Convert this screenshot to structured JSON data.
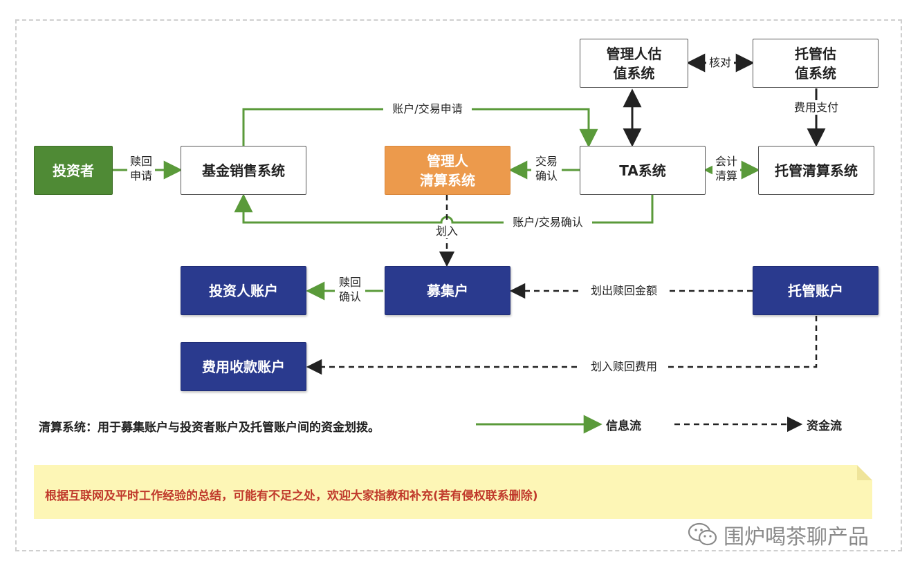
{
  "nodes": {
    "investor": "投资者",
    "fund_sales": "基金销售系统",
    "manager_clearing": "管理人\n清算系统",
    "ta": "TA系统",
    "custody_clearing": "托管清算系统",
    "manager_valuation": "管理人估\n值系统",
    "custody_valuation": "托管估\n值系统",
    "investor_account": "投资人账户",
    "collection_account": "募集户",
    "custody_account": "托管账户",
    "fee_account": "费用收款账户"
  },
  "edges": {
    "redeem_apply": "赎回\n申请",
    "account_trade_apply": "账户/交易申请",
    "trade_confirm": "交易\n确认",
    "account_trade_confirm": "账户/交易确认",
    "transfer_in": "划入",
    "reconcile": "核对",
    "fee_payment": "费用支付",
    "accounting_clearing": "会计\n清算",
    "redeem_confirm": "赎回\n确认",
    "transfer_out_redeem_amount": "划出赎回金额",
    "transfer_in_redeem_fee": "划入赎回费用"
  },
  "legend": {
    "definition": "清算系统：用于募集账户与投资者账户及托管账户间的资金划拨。",
    "info_flow": "信息流",
    "fund_flow": "资金流"
  },
  "note": "根据互联网及平时工作经验的总结，可能有不足之处，欢迎大家指教和补充(若有侵权联系删除)",
  "watermark": "围炉喝茶聊产品",
  "colors": {
    "info_flow": "#5a9a3a",
    "fund_flow": "#222222",
    "investor": "#4f8a35",
    "manager_clearing": "#ec9a4c",
    "account_boxes": "#2a3a8e",
    "note_bg": "#fdf6b6",
    "note_text": "#c0392b"
  },
  "icons": {
    "watermark": "wechat-icon"
  }
}
